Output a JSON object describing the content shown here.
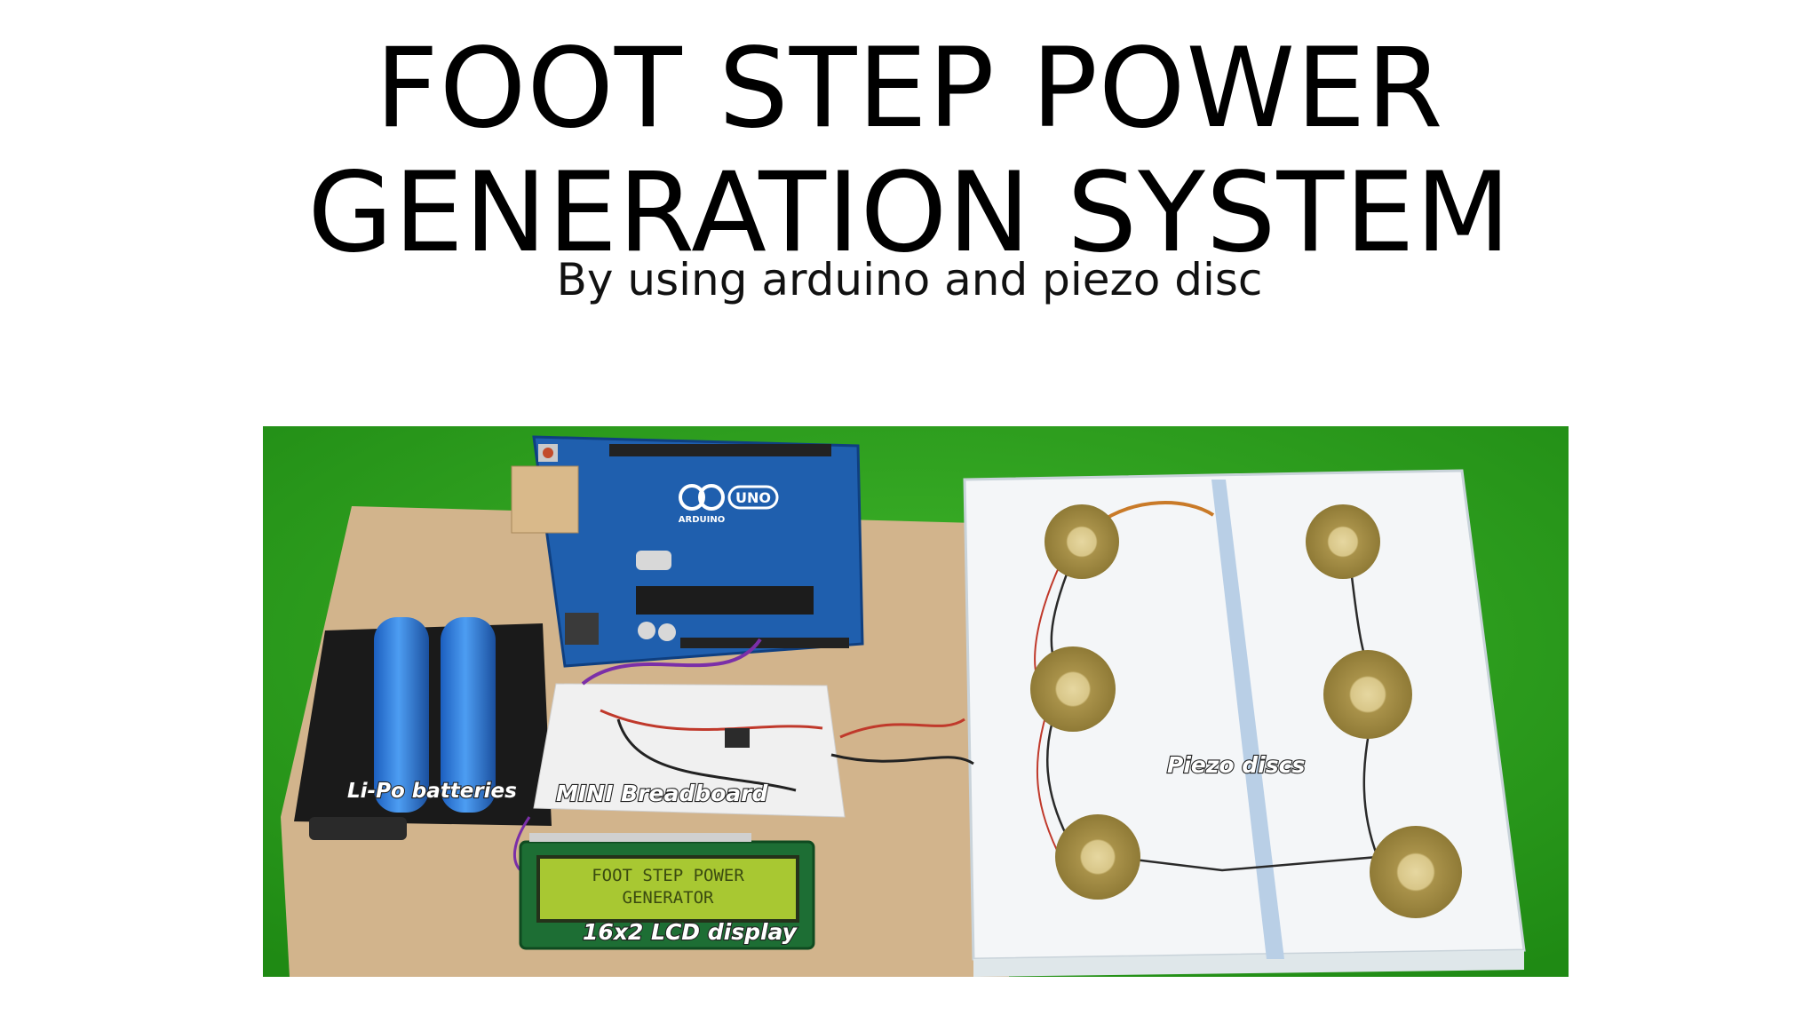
{
  "slide": {
    "title_line1": "FOOT STEP POWER",
    "title_line2": "GENERATION SYSTEM",
    "subtitle": "By using arduino and piezo disc"
  },
  "photo": {
    "labels": {
      "batteries": "Li-Po batteries",
      "breadboard": "MINI Breadboard",
      "lcd": "16x2 LCD display",
      "piezo": "Piezo discs"
    },
    "lcd_screen": {
      "line1": "FOOT STEP POWER",
      "line2": "GENERATOR"
    },
    "board_marks": {
      "uno": "UNO",
      "arduino": "ARDUINO"
    },
    "colors": {
      "background_green": "#2a9a1c",
      "arduino_blue": "#1f5fae",
      "piezo_gold": "#b39a4a",
      "lcd_green": "#a8c832"
    }
  }
}
